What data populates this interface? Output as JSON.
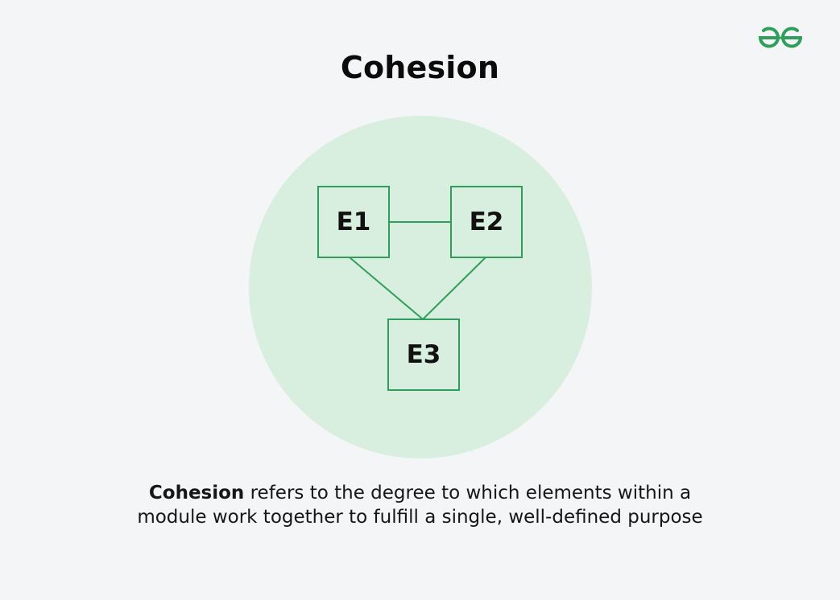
{
  "title": "Cohesion",
  "logo_label": "GeeksforGeeks logo",
  "colors": {
    "background": "#f3f5f6",
    "circle": "#d8eedf",
    "accent": "#2f9e5b",
    "text": "#111111"
  },
  "diagram": {
    "nodes": [
      {
        "id": "E1",
        "label": "E1"
      },
      {
        "id": "E2",
        "label": "E2"
      },
      {
        "id": "E3",
        "label": "E3"
      }
    ],
    "edges": [
      {
        "from": "E1",
        "to": "E2"
      },
      {
        "from": "E1",
        "to": "E3"
      },
      {
        "from": "E2",
        "to": "E3"
      }
    ]
  },
  "caption": {
    "term": "Cohesion",
    "line1_rest": " refers to the degree to which elements within a",
    "line2": "module work together to fulfill a single, well-defined purpose"
  }
}
